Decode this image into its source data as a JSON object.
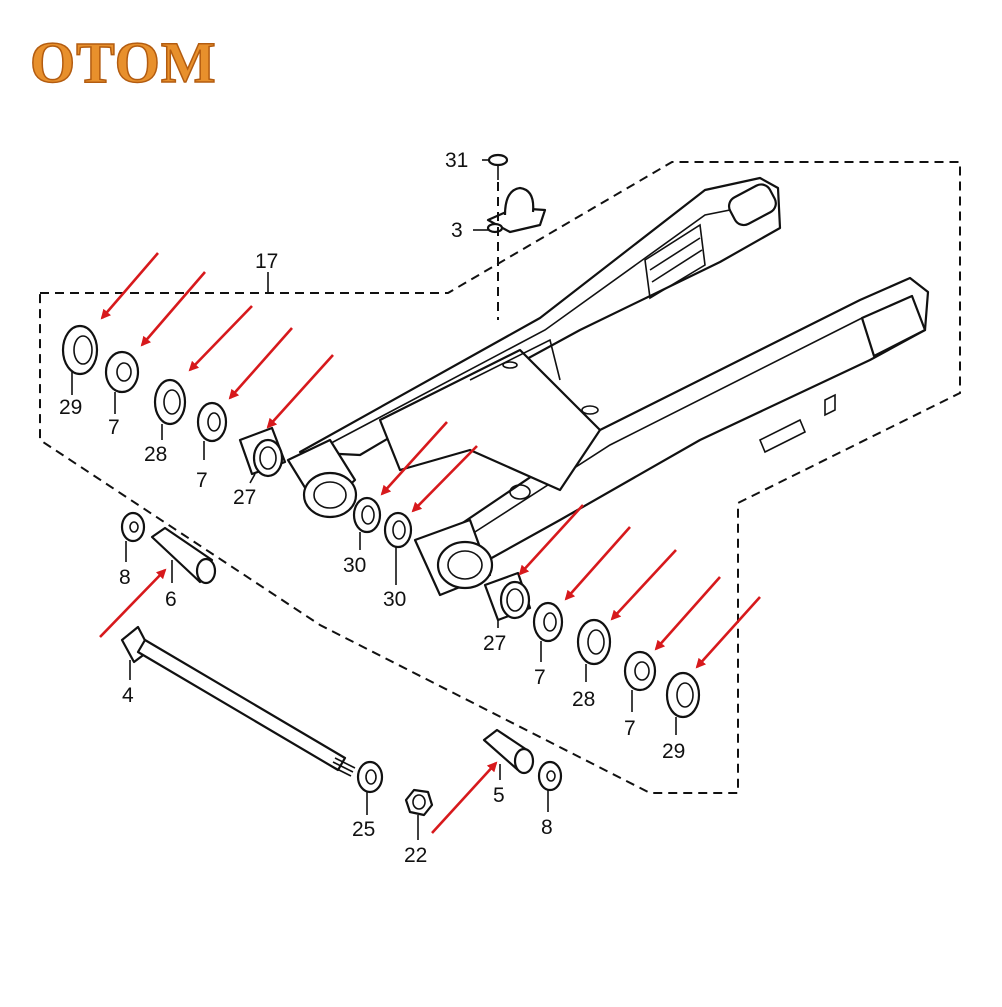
{
  "brand": {
    "logo_text": "OTOM"
  },
  "callouts": {
    "c31": "31",
    "c3": "3",
    "c17": "17",
    "c29a": "29",
    "c7a": "7",
    "c28a": "28",
    "c7b": "7",
    "c27a": "27",
    "c8a": "8",
    "c6": "6",
    "c4": "4",
    "c30a": "30",
    "c30b": "30",
    "c27b": "27",
    "c7c": "7",
    "c28b": "28",
    "c7d": "7",
    "c29b": "29",
    "c25": "25",
    "c22": "22",
    "c5": "5",
    "c8b": "8"
  },
  "colors": {
    "logo_fill": "#e8902c",
    "arrow": "#d7191c",
    "line": "#111111"
  }
}
